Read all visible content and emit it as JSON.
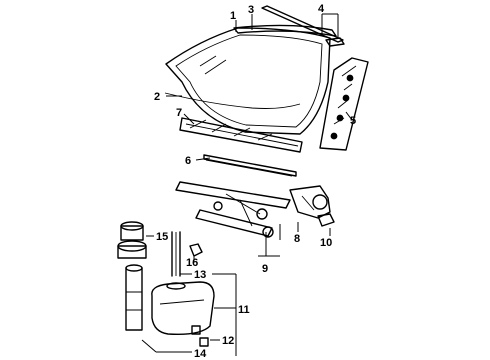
{
  "diagram": {
    "callouts": [
      "1",
      "2",
      "3",
      "4",
      "5",
      "6",
      "7",
      "8",
      "9",
      "10",
      "11",
      "12",
      "13",
      "14",
      "15",
      "16"
    ]
  }
}
